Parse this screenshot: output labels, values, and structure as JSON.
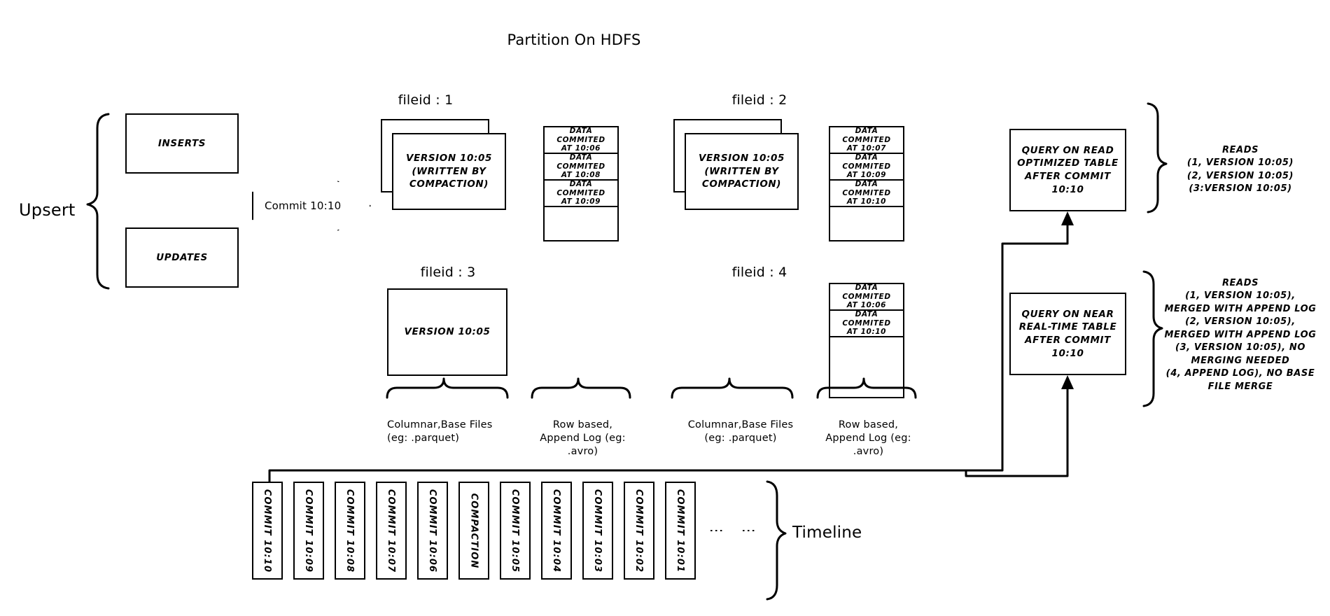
{
  "title": "Partition On HDFS",
  "upsert": {
    "label": "Upsert",
    "inserts_label": "INSERTS",
    "updates_label": "UPDATES"
  },
  "commit_arrow": {
    "label": "Commit 10:10"
  },
  "filegroups": [
    {
      "id": "fileid : 1",
      "base_file": {
        "stacked": true,
        "text": "VERSION 10:05\n(WRITTEN BY\nCOMPACTION)"
      },
      "log_entries": [
        "DATA COMMITED\nAT 10:06",
        "DATA COMMITED\nAT 10:08",
        "DATA COMMITED\nAT 10:09"
      ]
    },
    {
      "id": "fileid : 2",
      "base_file": {
        "stacked": true,
        "text": "VERSION 10:05\n(WRITTEN BY\nCOMPACTION)"
      },
      "log_entries": [
        "DATA COMMITED\nAT 10:07",
        "DATA COMMITED\nAT 10:09",
        "DATA COMMITED\nAT 10:10"
      ]
    },
    {
      "id": "fileid : 3",
      "base_file": {
        "stacked": false,
        "text": "VERSION 10:05"
      },
      "log_entries": []
    },
    {
      "id": "fileid : 4",
      "base_file": null,
      "log_entries": [
        "DATA COMMITED\nAT 10:06",
        "DATA COMMITED\nAT 10:10"
      ]
    }
  ],
  "captions": {
    "columnar_1": "Columnar,Base Files\n(eg: .parquet)",
    "rowlog_1": "Row based,\nAppend Log  (eg:\n.avro)",
    "columnar_2": "Columnar,Base Files\n(eg: .parquet)",
    "rowlog_2": "Row based,\nAppend Log  (eg:\n.avro)"
  },
  "queries": [
    {
      "name": "read-optimized",
      "box_text": "QUERY ON READ\nOPTIMIZED TABLE\nAFTER COMMIT\n10:10",
      "reads_text": "READS\n(1, VERSION 10:05)\n(2, VERSION 10:05)\n(3:VERSION 10:05)"
    },
    {
      "name": "near-real-time",
      "box_text": "QUERY ON NEAR\nREAL-TIME TABLE\nAFTER COMMIT\n10:10",
      "reads_text": "READS\n(1, VERSION 10:05),\nMERGED WITH APPEND LOG\n(2, VERSION 10:05),\nMERGED WITH APPEND LOG\n(3, VERSION 10:05), NO\nMERGING NEEDED\n(4, APPEND LOG), NO BASE\nFILE MERGE"
    }
  ],
  "timeline": {
    "label": "Timeline",
    "ellipsis": "⋮",
    "commits": [
      "COMMIT  10:10",
      "COMMIT  10:09",
      "COMMIT  10:08",
      "COMMIT  10:07",
      "COMMIT  10:06",
      "COMPACTION",
      "COMMIT  10:05",
      "COMMIT  10:04",
      "COMMIT  10:03",
      "COMMIT  10:02",
      "COMMIT  10:01"
    ]
  },
  "colors": {
    "stroke": "#000000",
    "background": "#ffffff"
  }
}
